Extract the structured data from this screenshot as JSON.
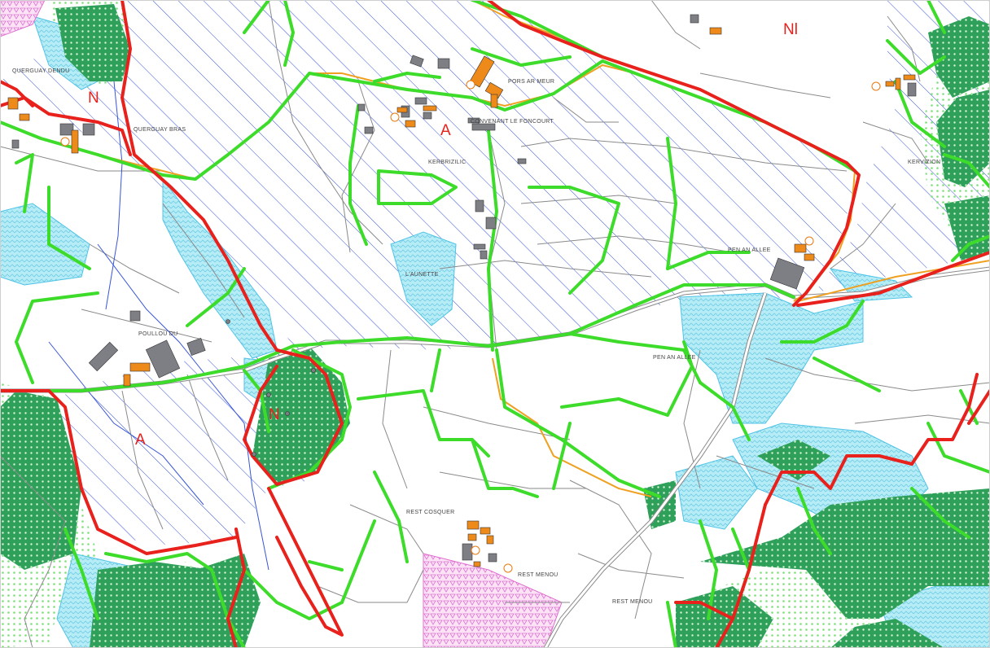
{
  "map": {
    "zone_labels": [
      {
        "id": "n-top-left",
        "text": "N"
      },
      {
        "id": "a-top",
        "text": "A"
      },
      {
        "id": "nl-top-right",
        "text": "Nl"
      },
      {
        "id": "n-center",
        "text": "N"
      },
      {
        "id": "a-left",
        "text": "A"
      }
    ],
    "place_labels": [
      {
        "id": "querguay-dendu",
        "text": "QUERGUAY DENDU"
      },
      {
        "id": "querguay-bras",
        "text": "QUERGUAY BRAS"
      },
      {
        "id": "pors-ar-meur",
        "text": "PORS AR MEUR"
      },
      {
        "id": "convenant-le-foncourt",
        "text": "CONVENANT LE FONCOURT"
      },
      {
        "id": "kerbrizilic",
        "text": "KERBRIZILIC"
      },
      {
        "id": "l-aunette",
        "text": "L'AUNETTE"
      },
      {
        "id": "poullou-du",
        "text": "POULLOU DU"
      },
      {
        "id": "pen-an-allee-1",
        "text": "PEN AN ALLEE"
      },
      {
        "id": "pen-an-allee-2",
        "text": "PEN AN ALLEE"
      },
      {
        "id": "kervizion",
        "text": "KERVIZION"
      },
      {
        "id": "rest-cosquer",
        "text": "REST COSQUER"
      },
      {
        "id": "rest-menou-1",
        "text": "REST MENOU"
      },
      {
        "id": "rest-menou-2",
        "text": "REST MENOU"
      }
    ],
    "colors": {
      "boundary_red": "#e8211c",
      "hedge_green": "#3ddc2a",
      "hatch_blue": "#3855d8",
      "wetland_cyan": "#9fe3f2",
      "forest_green": "#2fa05a",
      "dots_green": "#7ee07a",
      "building_grey": "#7d7f85",
      "building_orange": "#ee8a1a",
      "road_orange": "#f0a020",
      "pink_zone": "#f08ee0"
    }
  }
}
